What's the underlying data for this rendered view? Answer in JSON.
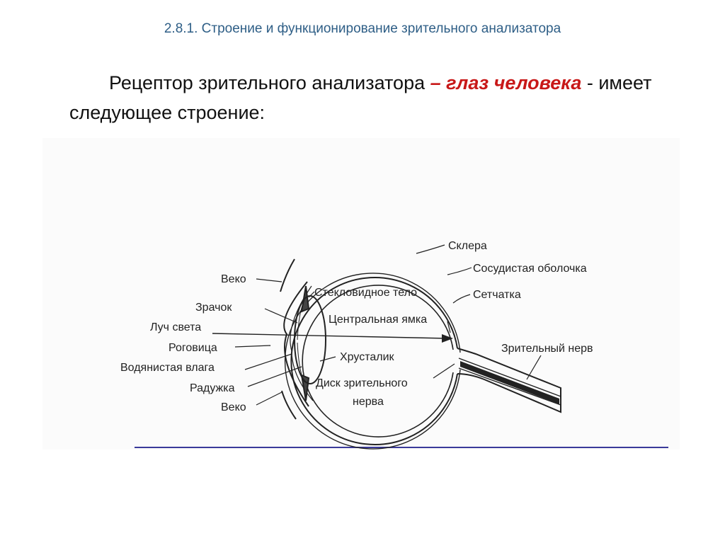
{
  "slide": {
    "title": "2.8.1. Строение  и функционирование зрительного анализатора",
    "lead_start": "Рецептор зрительного анализатора ",
    "lead_accent": "– глаз человека",
    "lead_end": " - имеет следующее строение:"
  },
  "labels": {
    "sclera": "Склера",
    "choroid": "Сосудистая оболочка",
    "retina": "Сетчатка",
    "optic_nerve": "Зрительный нерв",
    "eyelid_top": "Веко",
    "pupil": "Зрачок",
    "light_ray": "Луч света",
    "cornea": "Роговица",
    "aqueous": "Водянистая влага",
    "iris": "Радужка",
    "eyelid_bottom": "Веко",
    "vitreous": "Стекловидное тело",
    "fovea": "Центральная ямка",
    "lens": "Хрусталик",
    "optic_disc_1": "Диск зрительного",
    "optic_disc_2": "нерва"
  }
}
